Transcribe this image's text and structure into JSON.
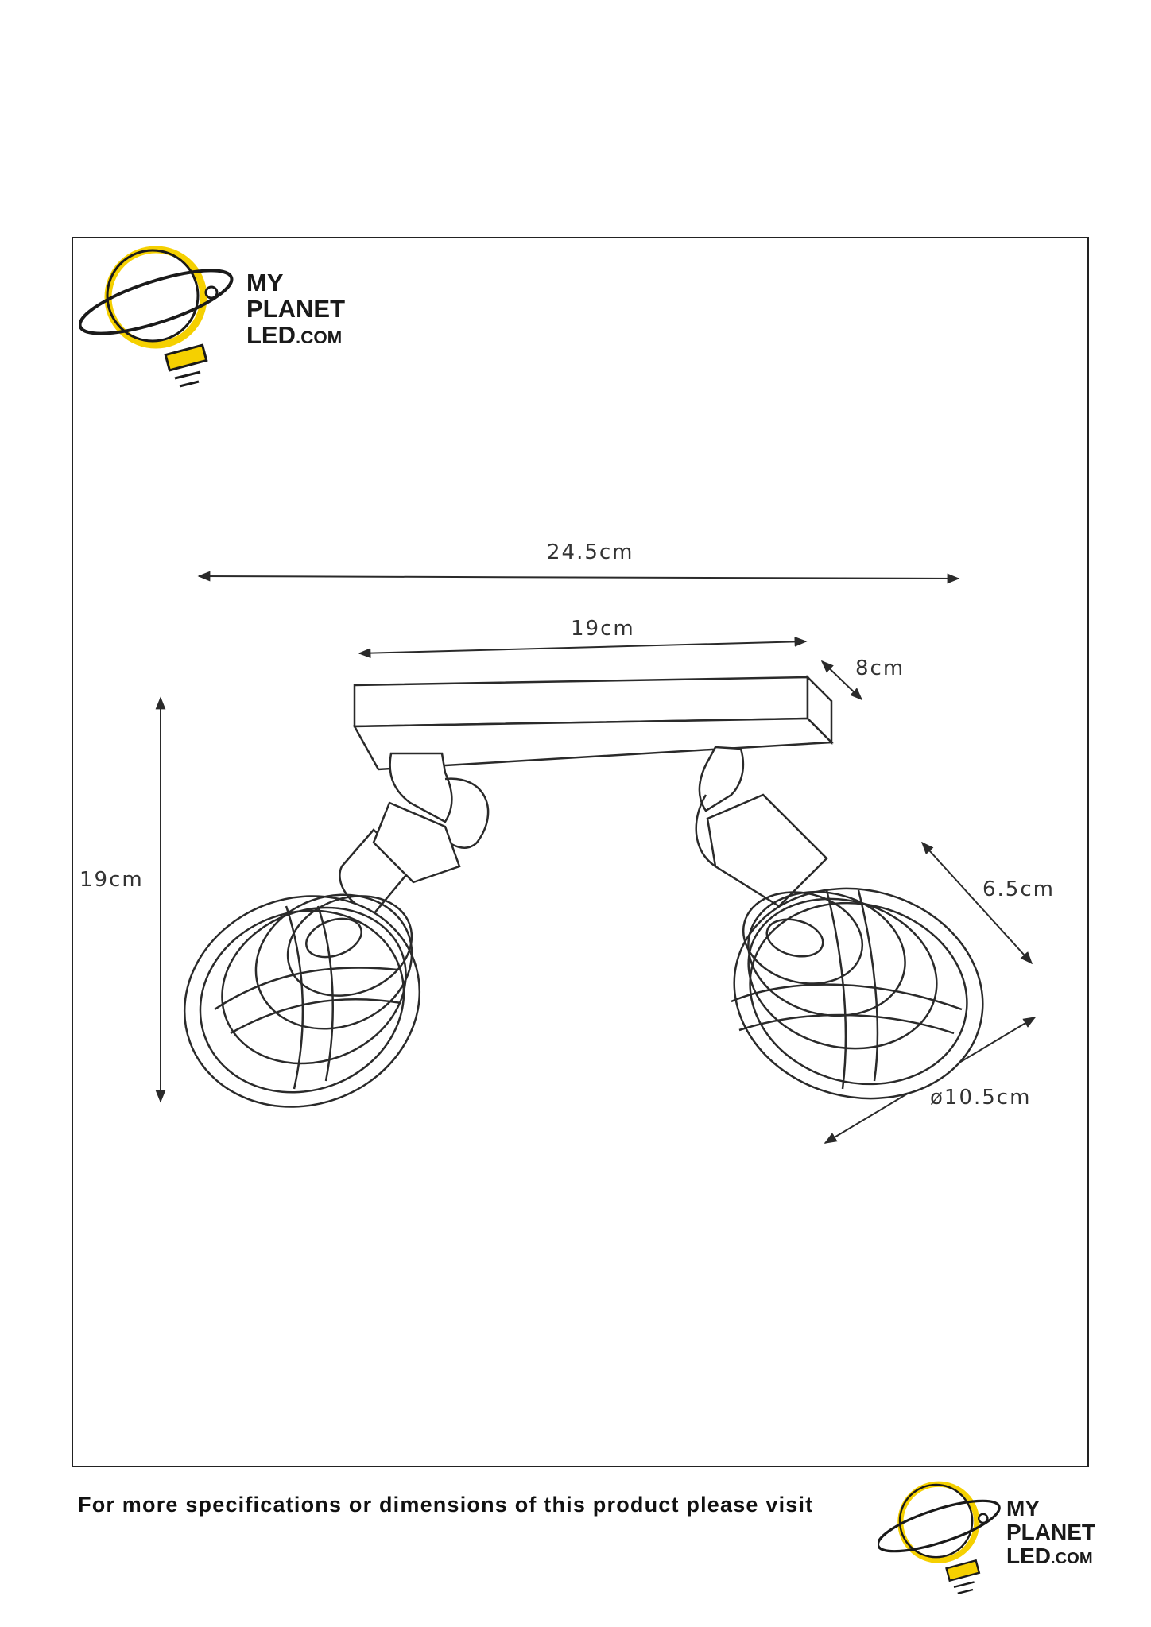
{
  "logo": {
    "line1": "MY",
    "line2": "PLANET",
    "line3_main": "LED",
    "line3_suffix": ".COM"
  },
  "colors": {
    "accent": "#f5d000",
    "ink": "#1a1a1a",
    "line": "#2a2a2a"
  },
  "dimensions": {
    "overall_width": "24.5cm",
    "base_length": "19cm",
    "base_depth": "8cm",
    "height": "19cm",
    "shade_depth": "6.5cm",
    "shade_diameter": "ø10.5cm"
  },
  "footer": {
    "text": "For more specifications or dimensions of this product please visit"
  }
}
